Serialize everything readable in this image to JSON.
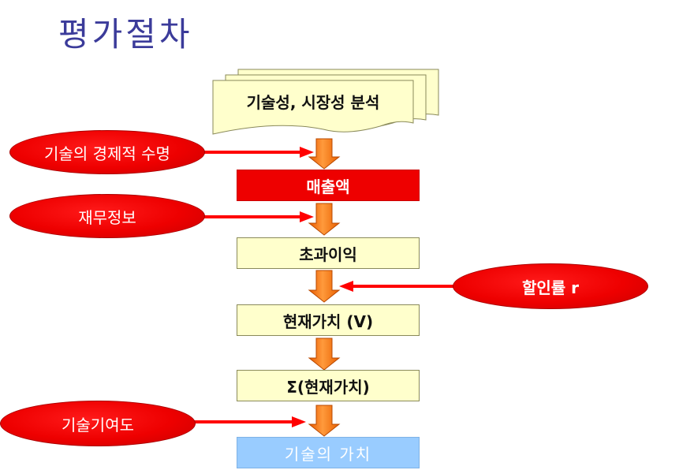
{
  "title": "평가절차",
  "document_label": "기술성, 시장성 분석",
  "steps": [
    "매출액",
    "초과이익",
    "현재가치 (V)",
    "Σ(현재가치)",
    "기술의 가치"
  ],
  "inputs": [
    "기술의 경제적 수명",
    "재무정보",
    "할인률 r",
    "기술기여도"
  ],
  "colors": {
    "title": "#3b3b9a",
    "step_red": "#ee0000",
    "step_yellow": "#ffffcc",
    "step_blue": "#99ccff",
    "arrow_orange": "#ff7a1a",
    "oval_red": "#ee0000",
    "input_arrow_red": "#ff0000"
  }
}
